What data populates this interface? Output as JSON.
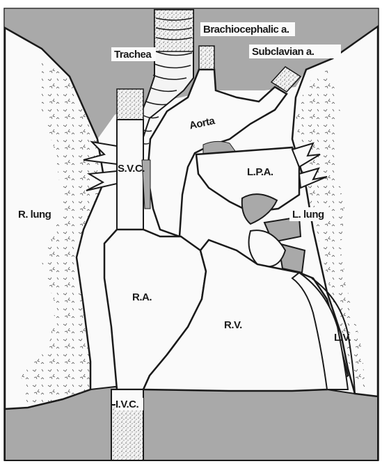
{
  "figure": {
    "labels": {
      "brachiocephalic": "Brachiocephalic a.",
      "subclavian": "Subclavian a.",
      "trachea": "Trachea",
      "aorta": "Aorta",
      "svc": "S.V.C.",
      "lpa": "L.P.A.",
      "r_lung": "R. lung",
      "l_lung": "L. lung",
      "ra": "R.A.",
      "rv": "R.V.",
      "lv": "L.V.",
      "ivc": "I.V.C."
    },
    "colors": {
      "background": "#fafafa",
      "shading": "#a9a9a9",
      "outline": "#1a1a1a",
      "stipple": "#555555"
    }
  }
}
